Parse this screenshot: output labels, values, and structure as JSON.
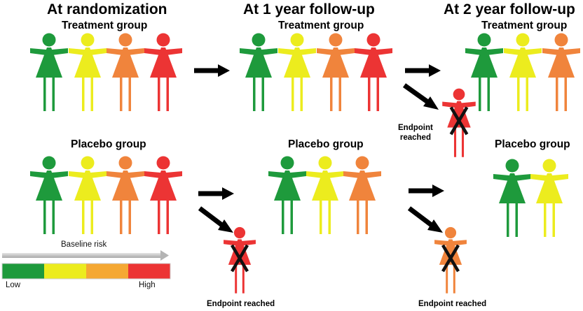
{
  "columns": {
    "randomization": "At randomization",
    "year1": "At 1 year follow-up",
    "year2": "At 2 year follow-up"
  },
  "groups": {
    "treatment": "Treatment group",
    "placebo": "Placebo group"
  },
  "endpoint_label": "Endpoint reached",
  "endpoint_label_split": [
    "Endpoint",
    "reached"
  ],
  "legend": {
    "title": "Baseline risk",
    "low": "Low",
    "high": "High",
    "colors": [
      "#1e9a3c",
      "#ecec1e",
      "#f5a833",
      "#ec3434"
    ]
  },
  "risk_colors": {
    "green": "#1e9a3c",
    "yellow": "#ecec1e",
    "orange": "#f0843c",
    "red": "#ec3434"
  },
  "figures": {
    "treatment_randomization": [
      "green",
      "yellow",
      "orange",
      "red"
    ],
    "treatment_year1": [
      "green",
      "yellow",
      "orange",
      "red"
    ],
    "treatment_year2": [
      "green",
      "yellow",
      "orange"
    ],
    "treatment_year2_endpoint": [
      "red"
    ],
    "placebo_randomization": [
      "green",
      "yellow",
      "orange",
      "red"
    ],
    "placebo_year1": [
      "green",
      "yellow",
      "orange"
    ],
    "placebo_year1_endpoint": [
      "red"
    ],
    "placebo_year2": [
      "green",
      "yellow"
    ],
    "placebo_year2_endpoint": [
      "orange"
    ]
  }
}
